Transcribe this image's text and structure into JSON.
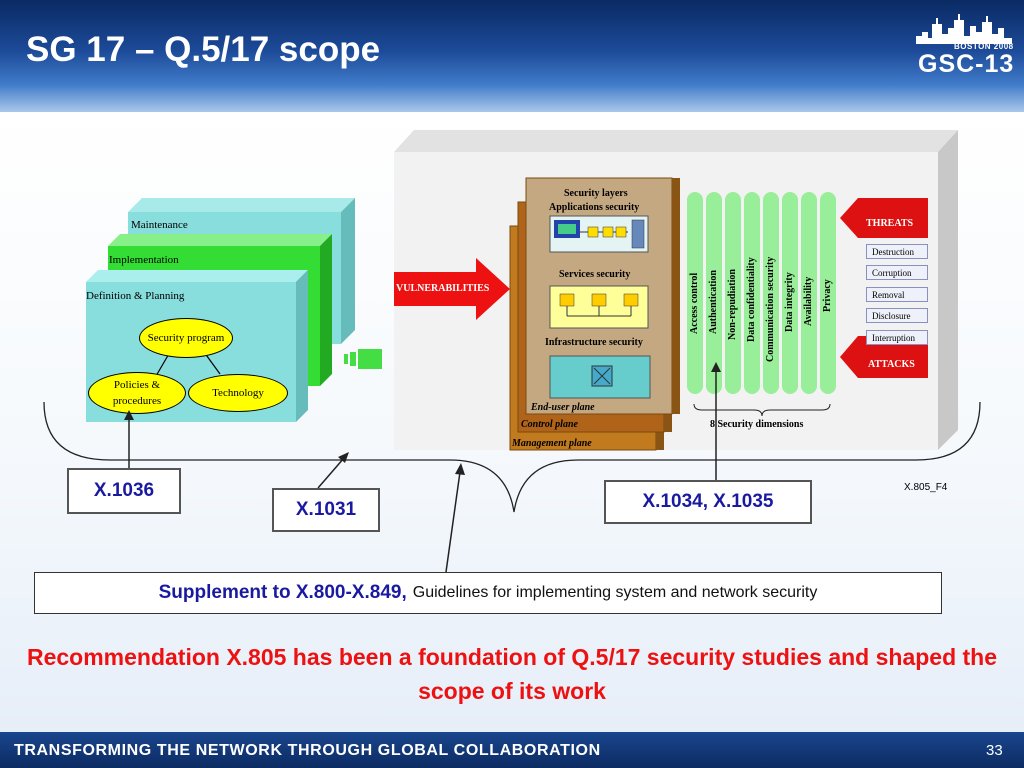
{
  "slide": {
    "title": "SG 17 – Q.5/17 scope",
    "page_number": "33",
    "footer": "TRANSFORMING THE NETWORK THROUGH GLOBAL COLLABORATION"
  },
  "logo": {
    "year": "BOSTON 2008",
    "name": "GSC-13"
  },
  "stack": {
    "maintenance": "Maintenance",
    "implementation": "Implementation",
    "definition": "Definition & Planning",
    "security_program": "Security program",
    "policies": "Policies & procedures",
    "technology": "Technology"
  },
  "layers": {
    "heading": "Security layers",
    "applications": "Applications security",
    "services": "Services security",
    "infrastructure": "Infrastructure security",
    "end_user_plane": "End-user plane",
    "control_plane": "Control plane",
    "management_plane": "Management plane"
  },
  "vulnerabilities": "VULNERABILITIES",
  "dimensions": {
    "items": [
      "Access control",
      "Authentication",
      "Non-repudiation",
      "Data confidentiality",
      "Communication security",
      "Data integrity",
      "Availability",
      "Privacy"
    ],
    "caption": "8 Security dimensions"
  },
  "threats": {
    "label": "THREATS",
    "items": [
      "Destruction",
      "Corruption",
      "Removal",
      "Disclosure",
      "Interruption"
    ],
    "attacks_label": "ATTACKS"
  },
  "figure_ref": "X.805_F4",
  "refs": {
    "x1036": "X.1036",
    "x1031": "X.1031",
    "x1034": "X.1034, X.1035"
  },
  "supplement": {
    "bold": "Supplement to X.800-X.849,",
    "normal": "Guidelines for implementing system and network security"
  },
  "statement": "Recommendation X.805 has been a foundation of Q.5/17 security studies and shaped the scope of its work",
  "colors": {
    "header_dark": "#0a2a63",
    "ref_text": "#1a1aa0",
    "statement": "#ee1111",
    "threat_red": "#dd1111",
    "dimension_green": "#99ee99",
    "slab_green": "#33dd33",
    "slab_cyan": "#88dddd"
  }
}
